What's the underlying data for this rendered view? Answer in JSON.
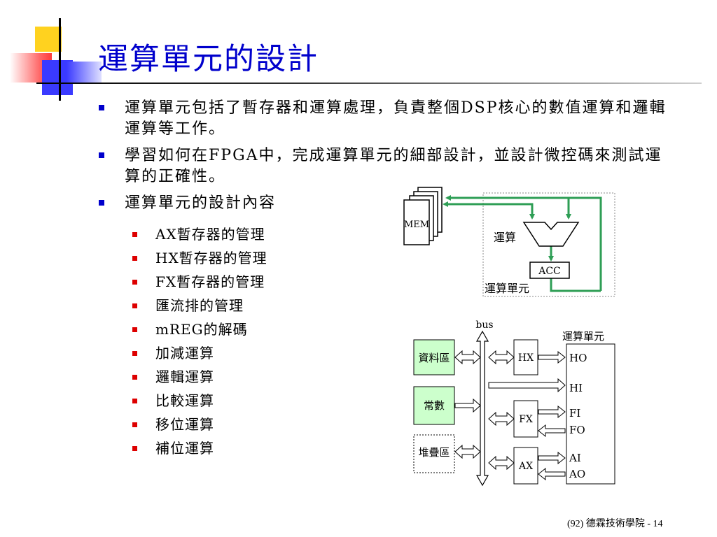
{
  "title": "運算單元的設計",
  "bullets": [
    "運算單元包括了暫存器和運算處理，負責整個DSP核心的數值運算和邏輯運算等工作。",
    "學習如何在FPGA中，完成運算單元的細部設計，並設計微控碼來測試運算的正確性。",
    "運算單元的設計內容"
  ],
  "sub_bullets": [
    "AX暫存器的管理",
    "HX暫存器的管理",
    "FX暫存器的管理",
    "匯流排的管理",
    "mREG的解碼",
    "加減運算",
    "邏輯運算",
    "比較運算",
    "移位運算",
    "補位運算"
  ],
  "diagram_top": {
    "mem": "MEM",
    "alu": "運算",
    "acc": "ACC",
    "unit": "運算單元",
    "arrow_color": "#2e9e55"
  },
  "diagram_bottom": {
    "bus": "bus",
    "unit": "運算單元",
    "data_area": "資料區",
    "constants": "常數",
    "stack_area": "堆疊區",
    "hx": "HX",
    "fx": "FX",
    "ax": "AX",
    "ports": [
      "HO",
      "HI",
      "FI",
      "FO",
      "AI",
      "AO"
    ],
    "box_fill": "#ccffcc"
  },
  "footer": "(92) 德霖技術學院 - 14"
}
